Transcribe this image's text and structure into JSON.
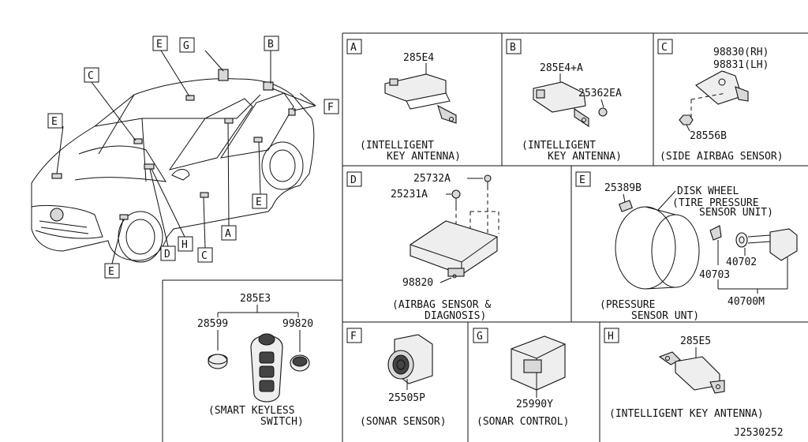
{
  "callouts": {
    "vehicle": [
      "G",
      "B",
      "E",
      "C",
      "E",
      "F",
      "E",
      "D",
      "H",
      "C",
      "A",
      "E"
    ],
    "panel_a": "A",
    "panel_b": "B",
    "panel_c": "C",
    "panel_d": "D",
    "panel_e": "E",
    "panel_f": "F",
    "panel_g": "G",
    "panel_h": "H"
  },
  "panel_a": {
    "part": "285E4",
    "caption_1": "(INTELLIGENT",
    "caption_2": "KEY ANTENNA)"
  },
  "panel_b": {
    "part_1": "285E4+A",
    "part_2": "25362EA",
    "caption_1": "(INTELLIGENT",
    "caption_2": "KEY ANTENNA)"
  },
  "panel_c": {
    "part_rh": "98830(RH)",
    "part_lh": "98831(LH)",
    "part_bolt": "28556B",
    "caption": "(SIDE AIRBAG SENSOR)"
  },
  "panel_d": {
    "part_1": "25732A",
    "part_2": "25231A",
    "part_3": "98820",
    "caption_1": "(AIRBAG SENSOR &",
    "caption_2": "DIAGNOSIS)"
  },
  "panel_e": {
    "part_1": "25389B",
    "label_1": "DISK WHEEL",
    "label_2": "(TIRE PRESSURE",
    "label_3": "SENSOR UNIT)",
    "part_2": "40702",
    "part_3": "40703",
    "part_4": "40700M",
    "caption_1": "(PRESSURE",
    "caption_2": "SENSOR UNT)"
  },
  "keyless": {
    "part_main": "285E3",
    "part_left": "28599",
    "part_right": "99820",
    "caption_1": "(SMART KEYLESS",
    "caption_2": "SWITCH)"
  },
  "panel_f": {
    "part": "25505P",
    "caption": "(SONAR SENSOR)"
  },
  "panel_g": {
    "part": "25990Y",
    "caption": "(SONAR CONTROL)"
  },
  "panel_h": {
    "part": "285E5",
    "caption": "(INTELLIGENT KEY ANTENNA)"
  },
  "diagram_id": "J2530252"
}
